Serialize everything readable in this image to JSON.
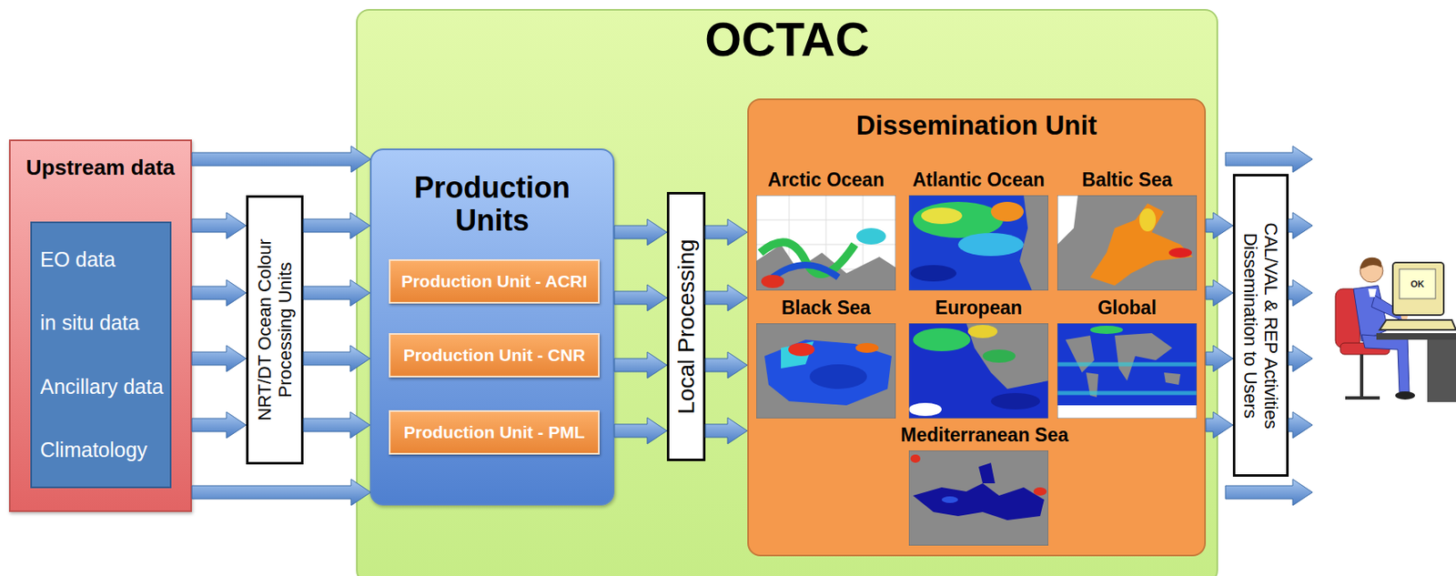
{
  "diagram": {
    "nodes": [
      {
        "text": [
          "Upstream data"
        ]
      },
      {
        "text": [
          "EO data",
          "in situ data",
          "Ancillary data",
          "Climatology"
        ],
        "in": 0
      },
      {
        "text": [
          "NRT/DT Ocean Colour Processing Units"
        ]
      },
      {
        "text": [
          "OCTAC"
        ]
      },
      {
        "text": [
          "Production Units"
        ],
        "in": 3
      },
      {
        "text": [
          "Production Unit - ACRI"
        ],
        "in": 4
      },
      {
        "text": [
          "Production Unit - CNR"
        ],
        "in": 4
      },
      {
        "text": [
          "Production Unit - PML"
        ],
        "in": 4
      },
      {
        "text": [
          "Local Processing"
        ],
        "in": 3
      },
      {
        "text": [
          "Dissemination Unit"
        ],
        "in": 3
      },
      {
        "text": [
          "CAL/VAL & REP Activities Dissemination to Users"
        ]
      }
    ],
    "edges": [
      {
        "from": 0,
        "to": 2,
        "arrow": "to"
      },
      {
        "from": 2,
        "to": 4,
        "arrow": "to"
      },
      {
        "from": 4,
        "to": 8,
        "arrow": "to"
      },
      {
        "from": 8,
        "to": 9,
        "arrow": "to"
      },
      {
        "from": 9,
        "to": 10,
        "arrow": "to"
      }
    ],
    "labels": [
      "Arctic Ocean",
      "Atlantic Ocean",
      "Baltic Sea",
      "Black Sea",
      "European",
      "Global",
      "Mediterranean Sea",
      "OK"
    ]
  }
}
